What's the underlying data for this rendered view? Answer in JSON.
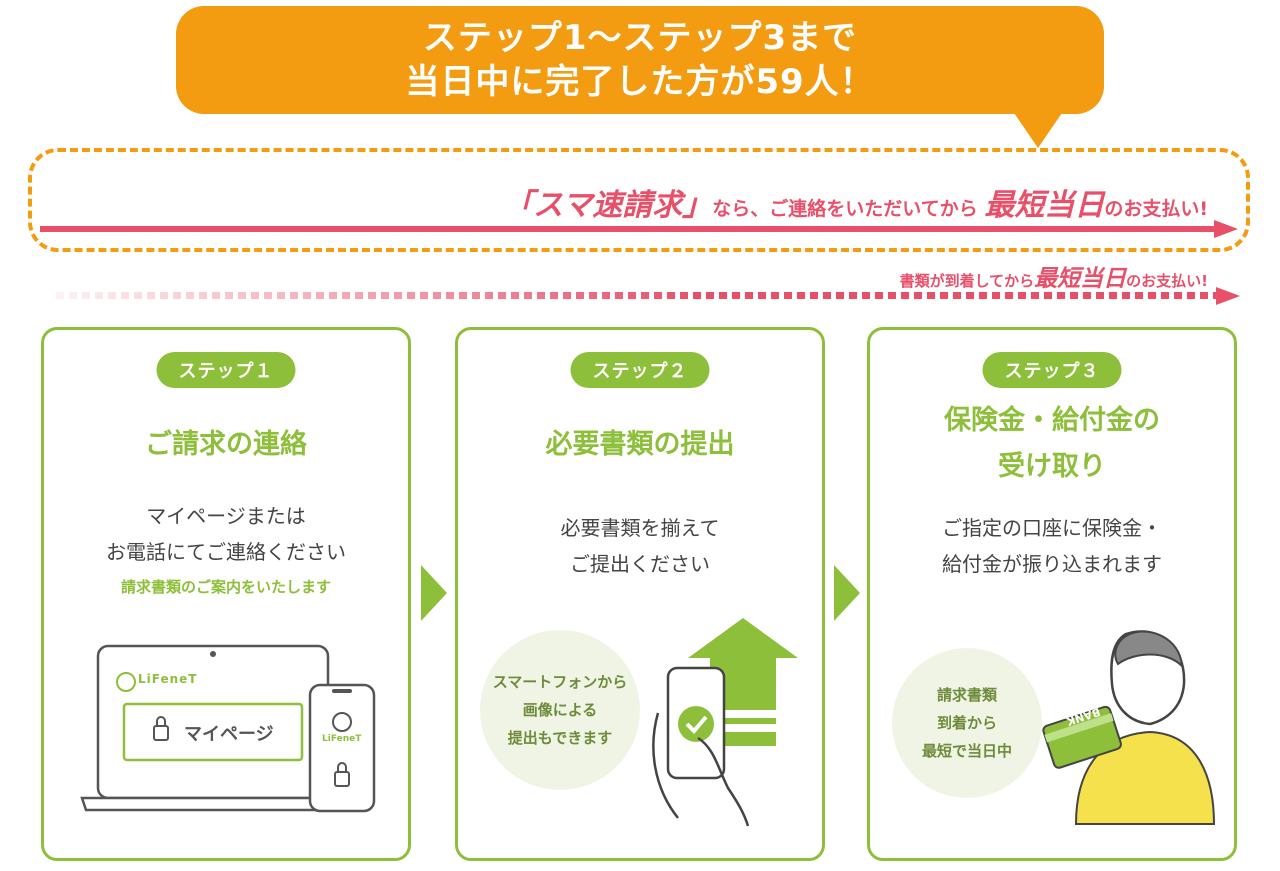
{
  "banner": {
    "line1": "ステップ1〜ステップ3まで",
    "line2": "当日中に完了した方が59人！"
  },
  "timeline": {
    "sumasoku_quote": "「スマ速請求」",
    "line1_mid": "なら、ご連絡をいただいてから",
    "line1_emph": "最短当日",
    "line1_end": "のお支払い!",
    "line2_start": "書類が到着してから",
    "line2_emph": "最短当日",
    "line2_end": "のお支払い!"
  },
  "steps": [
    {
      "badge": "ステップ１",
      "title": "ご請求の連絡",
      "desc_line1": "マイページまたは",
      "desc_line2": "お電話にてご連絡ください",
      "note": "請求書類のご案内をいたします",
      "mypage_button": "マイページ",
      "logo_text": "LiFeneT",
      "phone_logo_text": "LiFeneT"
    },
    {
      "badge": "ステップ２",
      "title": "必要書類の提出",
      "desc_line1": "必要書類を揃えて",
      "desc_line2": "ご提出ください",
      "circle_line1": "スマートフォンから",
      "circle_line2": "画像による",
      "circle_line3": "提出もできます"
    },
    {
      "badge": "ステップ３",
      "title_line1": "保険金・給付金の",
      "title_line2": "受け取り",
      "desc_line1": "ご指定の口座に保険金・",
      "desc_line2": "給付金が振り込まれます",
      "circle_line1": "請求書類",
      "circle_line2": "到着から",
      "circle_line3": "最短で当日中",
      "card_text": "BANK"
    }
  ],
  "colors": {
    "orange": "#f39c12",
    "red": "#e8506a",
    "green": "#8dbf3a",
    "circle_bg": "#f0f4e4"
  }
}
